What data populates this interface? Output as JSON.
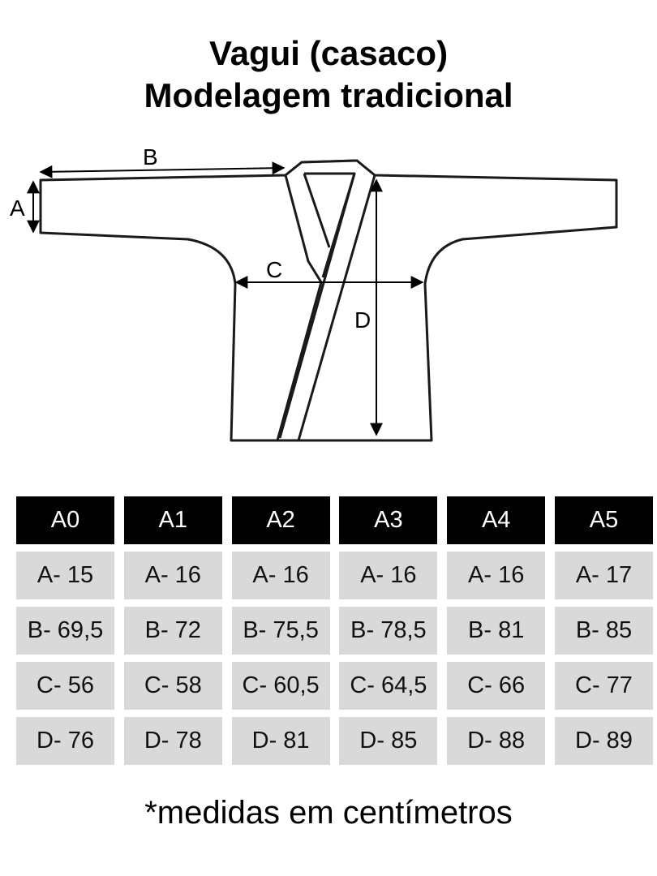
{
  "title": {
    "line1": "Vagui (casaco)",
    "line2": "Modelagem tradicional"
  },
  "diagram": {
    "label_a": "A",
    "label_b": "B",
    "label_c": "C",
    "label_d": "D"
  },
  "table": {
    "headers": [
      "A0",
      "A1",
      "A2",
      "A3",
      "A4",
      "A5"
    ],
    "rows": [
      [
        "A- 15",
        "A- 16",
        "A- 16",
        "A- 16",
        "A- 16",
        "A- 17"
      ],
      [
        "B- 69,5",
        "B- 72",
        "B- 75,5",
        "B- 78,5",
        "B- 81",
        "B- 85"
      ],
      [
        "C- 56",
        "C- 58",
        "C- 60,5",
        "C- 64,5",
        "C- 66",
        "C- 77"
      ],
      [
        "D- 76",
        "D- 78",
        "D- 81",
        "D- 85",
        "D- 88",
        "D- 89"
      ]
    ]
  },
  "footnote": "*medidas em centímetros"
}
